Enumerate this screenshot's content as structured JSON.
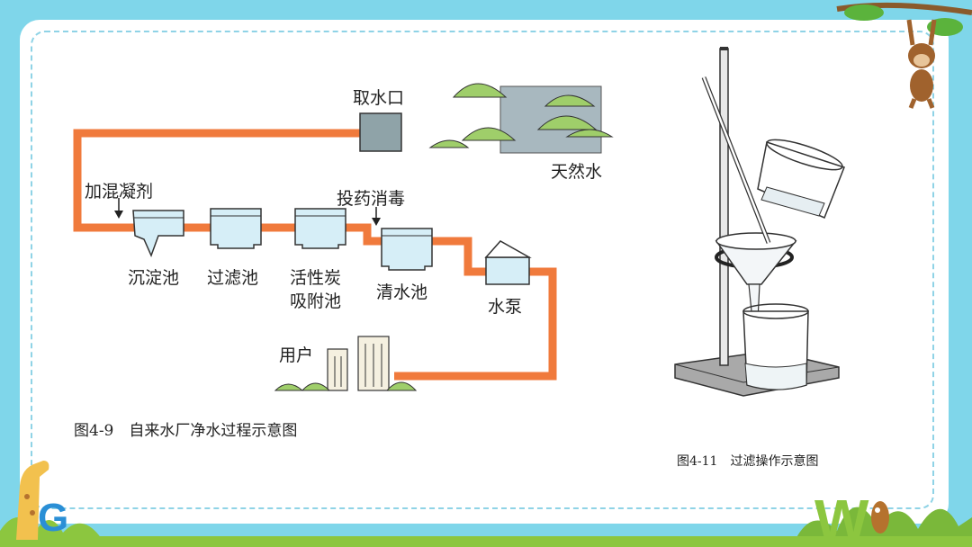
{
  "water_plant": {
    "intake": "取水口",
    "natural_water": "天然水",
    "coagulant": "加混凝剂",
    "disinfect": "投药消毒",
    "sedimentation": "沉淀池",
    "filter": "过滤池",
    "carbon_line1": "活性炭",
    "carbon_line2": "吸附池",
    "clear_water": "清水池",
    "pump": "水泵",
    "users": "用户",
    "caption": "图4-9　自来水厂净水过程示意图"
  },
  "filtration": {
    "caption": "图4-11　过滤操作示意图"
  },
  "colors": {
    "pipe": "#f07a3c",
    "tank_fill": "#d6eef7",
    "frame": "#7fd6ea",
    "grass": "#8cc63f"
  }
}
